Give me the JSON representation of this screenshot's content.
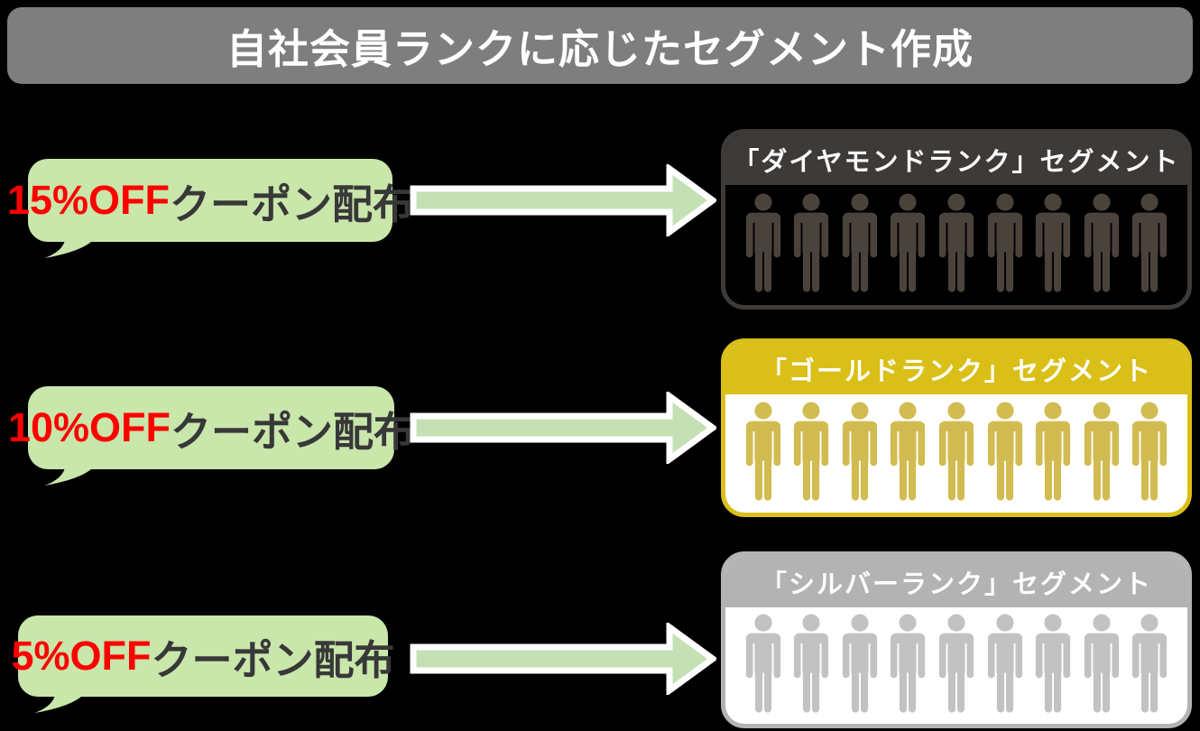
{
  "title": "自社会員ランクに応じたセグメント作成",
  "colors": {
    "background": "#000000",
    "title_bar": "#7e7e7e",
    "title_text": "#ffffff",
    "bubble_green": "#c9e6ab",
    "arrow_green": "#c5e0b4",
    "arrow_outline": "#ffffff",
    "discount_red": "#ff0000",
    "bubble_label_text": "#383838",
    "diamond_header": "#3d3a38",
    "diamond_person": "#4a433c",
    "gold_header": "#d9bf17",
    "gold_person": "#d2bc51",
    "gold_body": "#ffffff",
    "silver_header": "#b3b3b3",
    "silver_person": "#c2c2c2",
    "silver_body": "#ffffff",
    "segment_header_text": "#ffffff"
  },
  "rows": [
    {
      "rank": "diamond",
      "discount": "15%OFF",
      "bubble_label": "クーポン配布",
      "segment_title": "「ダイヤモンドランク」セグメント",
      "people_count": 9
    },
    {
      "rank": "gold",
      "discount": "10%OFF",
      "bubble_label": "クーポン配布",
      "segment_title": "「ゴールドランク」セグメント",
      "people_count": 9
    },
    {
      "rank": "silver",
      "discount": "5%OFF",
      "bubble_label": "クーポン配布",
      "segment_title": "「シルバーランク」セグメント",
      "people_count": 9
    }
  ]
}
